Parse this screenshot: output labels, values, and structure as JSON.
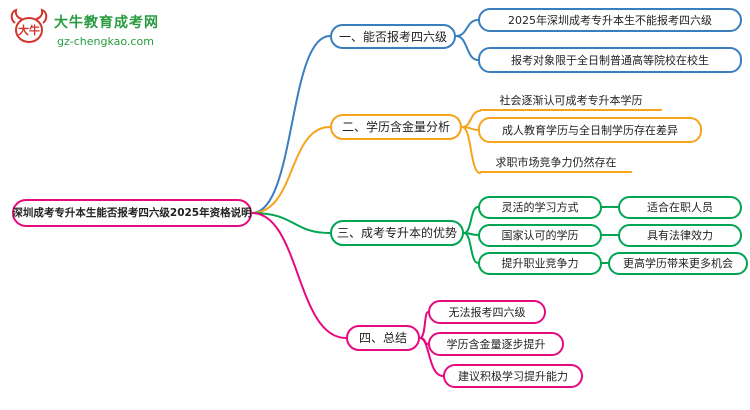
{
  "logo": {
    "icon_text": "大牛",
    "site_name": "大牛教育成考网",
    "site_url": "gz-chengkao.com"
  },
  "root": {
    "label": "深圳成考专升本生能否报考四六级2025年资格说明"
  },
  "branches": [
    {
      "label": "一、能否报考四六级",
      "color": "#3a7ebf",
      "children": [
        {
          "label": "2025年深圳成考专升本生不能报考四六级"
        },
        {
          "label": "报考对象限于全日制普通高等院校在校生"
        }
      ]
    },
    {
      "label": "二、学历含金量分析",
      "color": "#f5a41c",
      "children": [
        {
          "label": "社会逐渐认可成考专升本学历",
          "style": "underline"
        },
        {
          "label": "成人教育学历与全日制学历存在差异",
          "style": "box"
        },
        {
          "label": "求职市场竞争力仍然存在",
          "style": "underline"
        }
      ]
    },
    {
      "label": "三、成考专升本的优势",
      "color": "#00a551",
      "children": [
        {
          "label": "灵活的学习方式",
          "detail": "适合在职人员"
        },
        {
          "label": "国家认可的学历",
          "detail": "具有法律效力"
        },
        {
          "label": "提升职业竞争力",
          "detail": "更高学历带来更多机会"
        }
      ]
    },
    {
      "label": "四、总结",
      "color": "#e60a7e",
      "children": [
        {
          "label": "无法报考四六级"
        },
        {
          "label": "学历含金量逐步提升"
        },
        {
          "label": "建议积极学习提升能力"
        }
      ]
    }
  ],
  "colors": {
    "blue": "#3a7ebf",
    "orange": "#f5a41c",
    "green": "#00a551",
    "pink": "#e60a7e",
    "logo_red": "#d0342c",
    "logo_green": "#279b3e"
  }
}
